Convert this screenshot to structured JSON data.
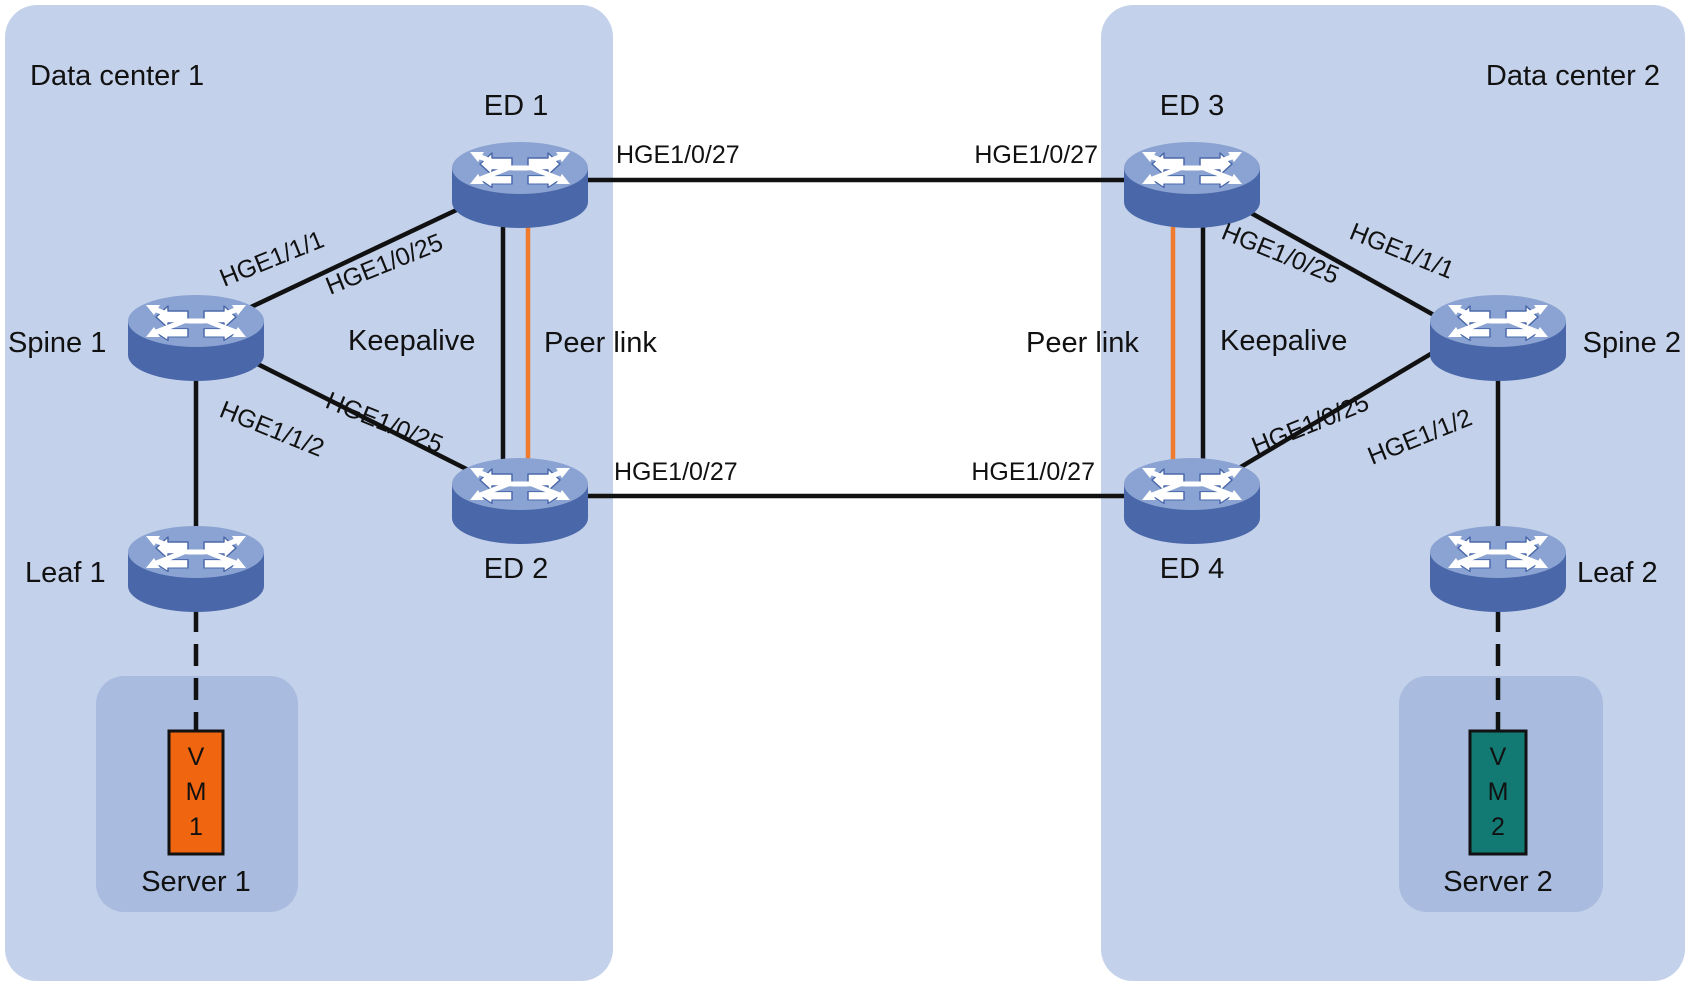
{
  "colors": {
    "dc_background": "#c3d1ea",
    "server_background": "#a9bcdf",
    "link": "#111111",
    "peer_link": "#f07a2e",
    "device_top": "#8aa3d2",
    "device_side": "#4a68a9",
    "vm1": "#f0650f",
    "vm2": "#127a73"
  },
  "icons": {
    "device": "switch-icon",
    "vm": "vm-icon"
  },
  "datacenters": [
    {
      "title": "Data center 1"
    },
    {
      "title": "Data center 2"
    }
  ],
  "devices": {
    "ed1": "ED 1",
    "ed2": "ED 2",
    "ed3": "ED 3",
    "ed4": "ED 4",
    "spine1": "Spine 1",
    "spine2": "Spine 2",
    "leaf1": "Leaf 1",
    "leaf2": "Leaf 2"
  },
  "servers": [
    {
      "label": "Server 1",
      "vm": [
        "V",
        "M",
        "1"
      ]
    },
    {
      "label": "Server 2",
      "vm": [
        "V",
        "M",
        "2"
      ]
    }
  ],
  "links": {
    "keepalive": "Keepalive",
    "peer_link": "Peer link"
  },
  "ports": {
    "ed1_ed3_a": "HGE1/0/27",
    "ed1_ed3_b": "HGE1/0/27",
    "ed2_ed4_a": "HGE1/0/27",
    "ed2_ed4_b": "HGE1/0/27",
    "spine1_ed1_spine": "HGE1/1/1",
    "spine1_ed1_ed": "HGE1/0/25",
    "spine1_ed2_spine": "HGE1/1/2",
    "spine1_ed2_ed": "HGE1/0/25",
    "spine2_ed3_ed": "HGE1/0/25",
    "spine2_ed3_spine": "HGE1/1/1",
    "spine2_ed4_ed": "HGE1/0/25",
    "spine2_ed4_spine": "HGE1/1/2"
  }
}
